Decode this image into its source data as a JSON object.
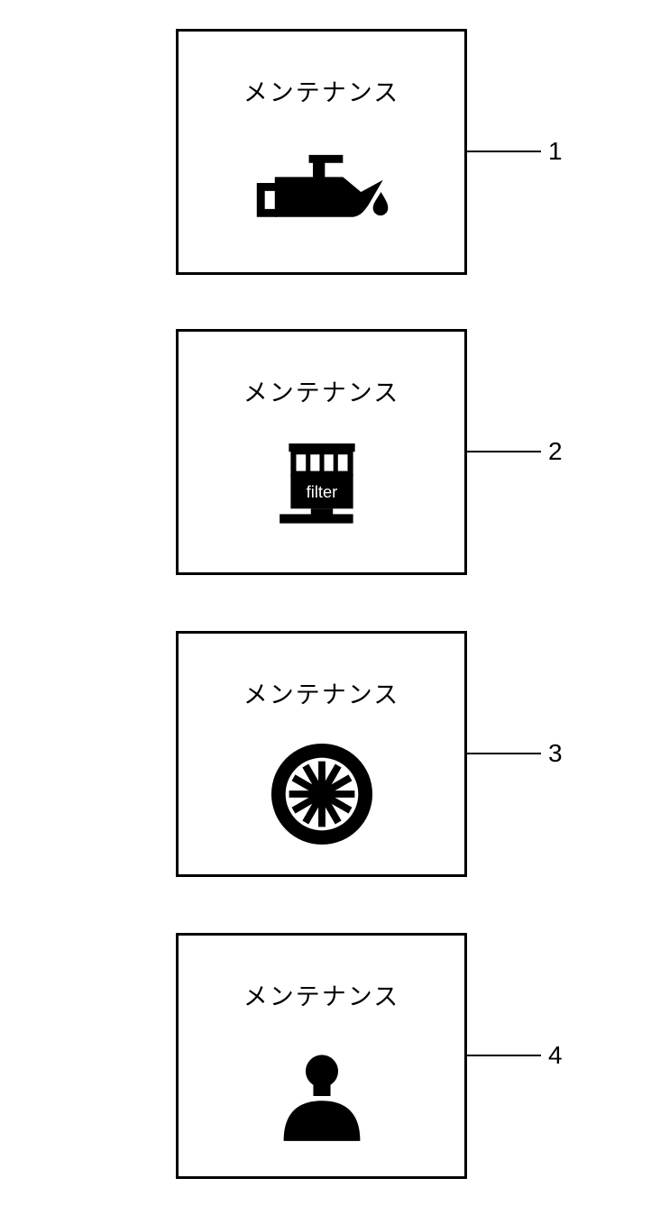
{
  "figure": {
    "background": "#ffffff",
    "line_color": "#000000",
    "panel_border_color": "#000000"
  },
  "panels": [
    {
      "title": "メンテナンス",
      "icon": "oil-can-icon",
      "callout_number": "1"
    },
    {
      "title": "メンテナンス",
      "icon": "air-filter-icon",
      "icon_text": "filter",
      "callout_number": "2"
    },
    {
      "title": "メンテナンス",
      "icon": "tire-icon",
      "callout_number": "3"
    },
    {
      "title": "メンテナンス",
      "icon": "driver-icon",
      "callout_number": "4"
    }
  ]
}
